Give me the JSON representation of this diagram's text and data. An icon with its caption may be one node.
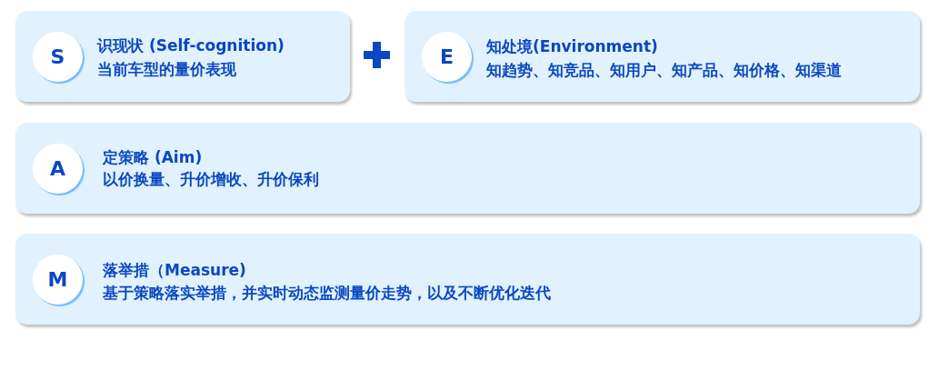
{
  "diagram": {
    "nodes": [
      {
        "text": [
          "识现状 (Self-cognition)",
          "当前车型的量价表现"
        ]
      },
      {
        "text": [
          "S"
        ],
        "in": 0
      },
      {
        "text": [
          "知处境(Environment)",
          "知趋势、知竞品、知用户、知产品、知价格、知渠道"
        ]
      },
      {
        "text": [
          "E"
        ],
        "in": 2
      },
      {
        "text": [
          "定策略 (Aim)",
          "以价换量、升价增收、升价保利"
        ]
      },
      {
        "text": [
          "A"
        ],
        "in": 4
      },
      {
        "text": [
          "落举措（Measure)",
          "基于策略落实举措，并实时动态监测量价走势，以及不断优化迭代"
        ]
      },
      {
        "text": [
          "M"
        ],
        "in": 6
      }
    ]
  }
}
